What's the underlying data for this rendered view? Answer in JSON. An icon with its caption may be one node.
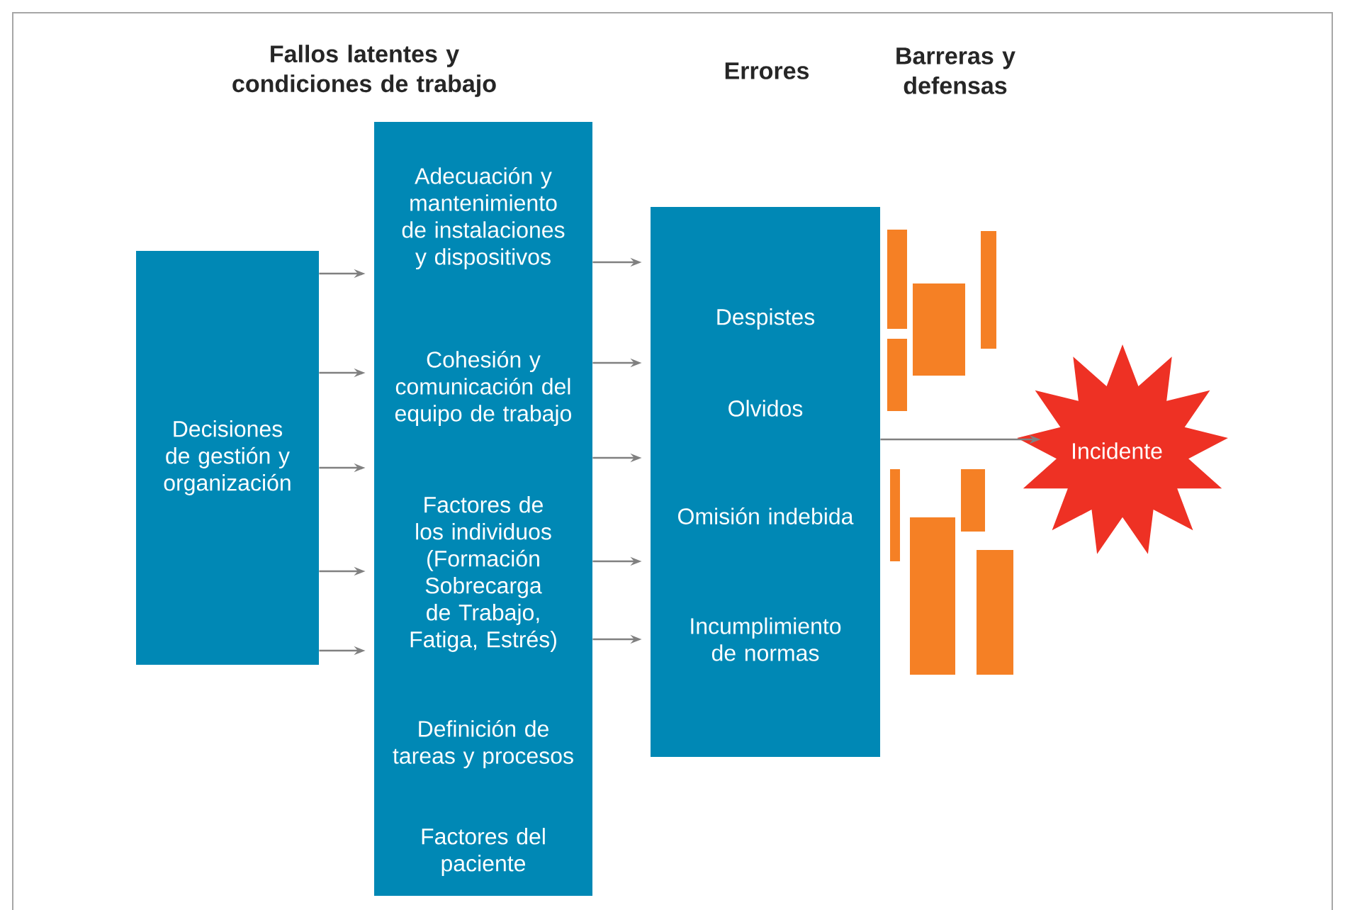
{
  "diagram": {
    "nodes": [
      {
        "text": [
          "Decisiones de gestión y organización"
        ]
      },
      {
        "text": [
          "Adecuación y mantenimiento de instalaciones y dispositivos",
          "Cohesión y comunicación del equipo de trabajo",
          "Factores de los individuos (Formación Sobrecarga de Trabajo, Fatiga, Estrés)",
          "Definición de tareas y procesos",
          "Factores del paciente"
        ]
      },
      {
        "text": [
          "Despistes",
          "Olvidos",
          "Omisión indebida",
          "Incumplimiento de normas"
        ]
      },
      {
        "text": [
          "Incidente"
        ]
      }
    ],
    "edges": [
      {
        "from": 0,
        "to": 1,
        "arrow": "to"
      },
      {
        "from": 0,
        "to": 1,
        "arrow": "to"
      },
      {
        "from": 0,
        "to": 1,
        "arrow": "to"
      },
      {
        "from": 0,
        "to": 1,
        "arrow": "to"
      },
      {
        "from": 0,
        "to": 1,
        "arrow": "to"
      },
      {
        "from": 1,
        "to": 2,
        "arrow": "to"
      },
      {
        "from": 1,
        "to": 2,
        "arrow": "to"
      },
      {
        "from": 1,
        "to": 2,
        "arrow": "to"
      },
      {
        "from": 1,
        "to": 2,
        "arrow": "to"
      },
      {
        "from": 1,
        "to": 2,
        "arrow": "to"
      },
      {
        "from": 2,
        "to": 3,
        "arrow": "to"
      }
    ],
    "labels": [
      "Fallos latentes y condiciones de trabajo",
      "Errores",
      "Barreras y defensas"
    ]
  }
}
